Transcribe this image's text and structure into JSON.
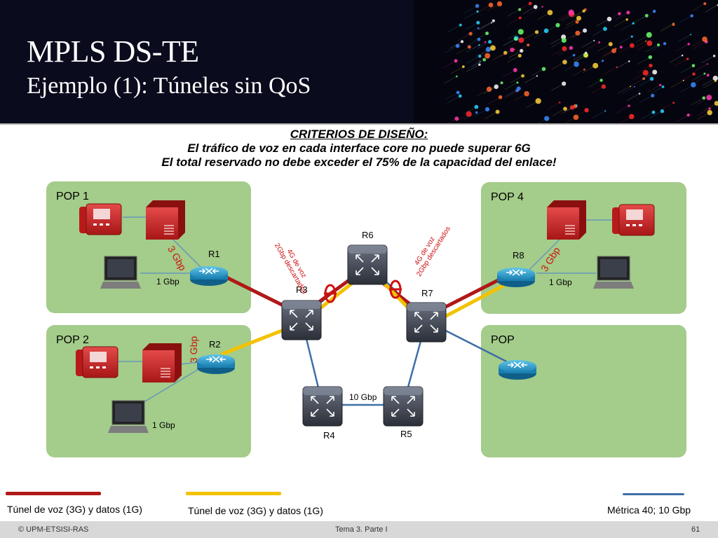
{
  "slide": {
    "title": "MPLS DS-TE",
    "subtitle": "Ejemplo (1): Túneles sin QoS"
  },
  "criteria": {
    "heading": "CRITERIOS DE DISEÑO:",
    "line1": "El tráfico de voz en cada interface core no puede superar 6G",
    "line2": "El total reservado no debe exceder el 75% de la capacidad del enlace!"
  },
  "pops": {
    "pop1": "POP 1",
    "pop2": "POP 2",
    "pop4": "POP 4",
    "pop5": "POP"
  },
  "routers": {
    "r1": "R1",
    "r2": "R2",
    "r3": "R3",
    "r4": "R4",
    "r5": "R5",
    "r6": "R6",
    "r7": "R7",
    "r8": "R8"
  },
  "links": {
    "pop1_lan": "1 Gbp",
    "pop2_lan": "1 Gbp",
    "pop4_lan": "1 Gbp",
    "r4_r5": "10 Gbp",
    "r1_access": "3 Gbp",
    "r2_access": "3 Gbp",
    "r8_access": "3 Gbp"
  },
  "drops": {
    "left_line1": "4G de voz",
    "left_line2": "2Gbp descartados",
    "right_line1": "4G de voz",
    "right_line2": "2Gbp descartados"
  },
  "legend": {
    "red_tunnel": "Túnel de voz (3G) y datos (1G)",
    "yellow_tunnel": "Túnel de voz (3G) y datos (1G)",
    "blue_metric": "Métrica 40; 10 Gbp"
  },
  "footer": {
    "copyright": "© UPM-ETSISI-RAS",
    "topic": "Tema 3. Parte I",
    "page": "61"
  },
  "colors": {
    "red_tunnel": "#b01818",
    "yellow_tunnel": "#f2c200",
    "blue_link": "#3e6fa6",
    "pop_bg": "#a4cc8a",
    "header_bg": "#0b0b1e"
  },
  "icons": {
    "router_small": "router-icon",
    "router_core": "switch-router-icon",
    "phone": "ip-phone-icon",
    "firewall": "firewall-server-icon",
    "laptop": "laptop-icon",
    "drop": "discard-circle-icon"
  }
}
